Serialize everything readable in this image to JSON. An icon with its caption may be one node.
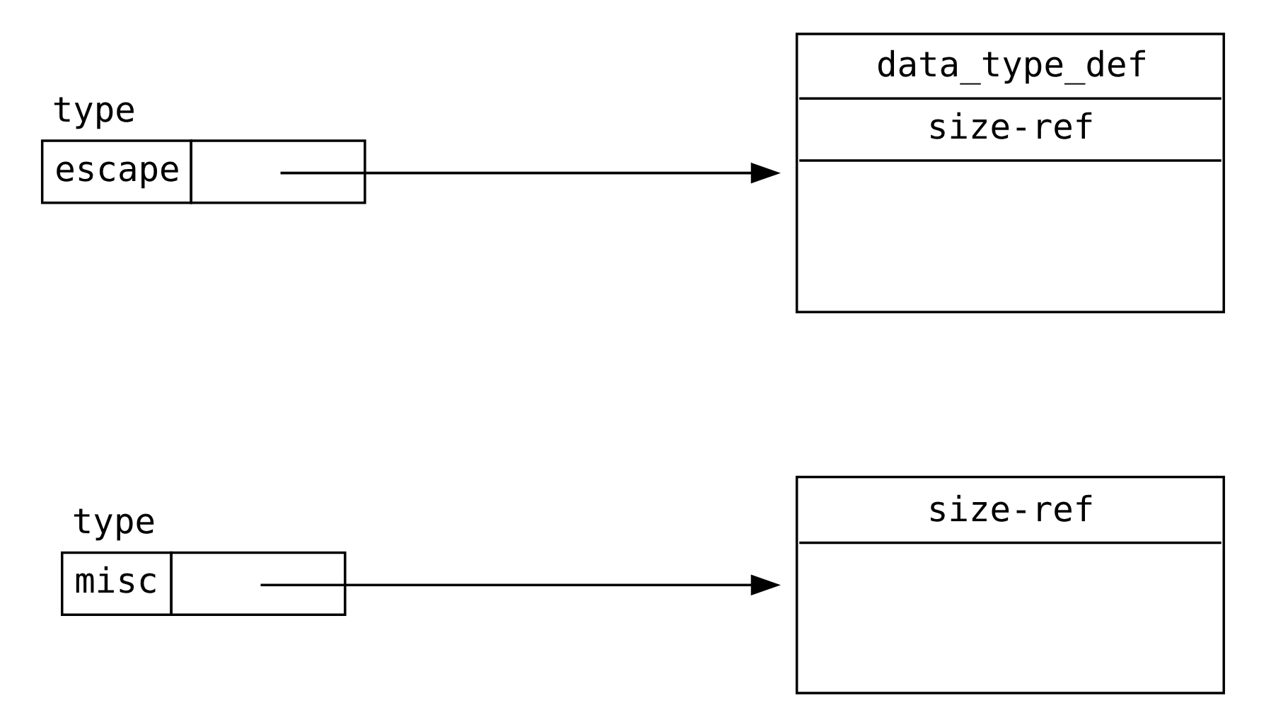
{
  "diagram": {
    "nodes": [
      {
        "text": [
          "type",
          "misc"
        ]
      },
      {
        "text": [
          "size-ref"
        ]
      },
      {
        "text": [
          "type",
          "escape"
        ]
      },
      {
        "text": [
          "data_type_def",
          "size-ref"
        ]
      }
    ],
    "edges": [
      {
        "from": 0,
        "to": 1,
        "arrow": "to"
      },
      {
        "from": 2,
        "to": 3,
        "arrow": "to"
      }
    ]
  }
}
